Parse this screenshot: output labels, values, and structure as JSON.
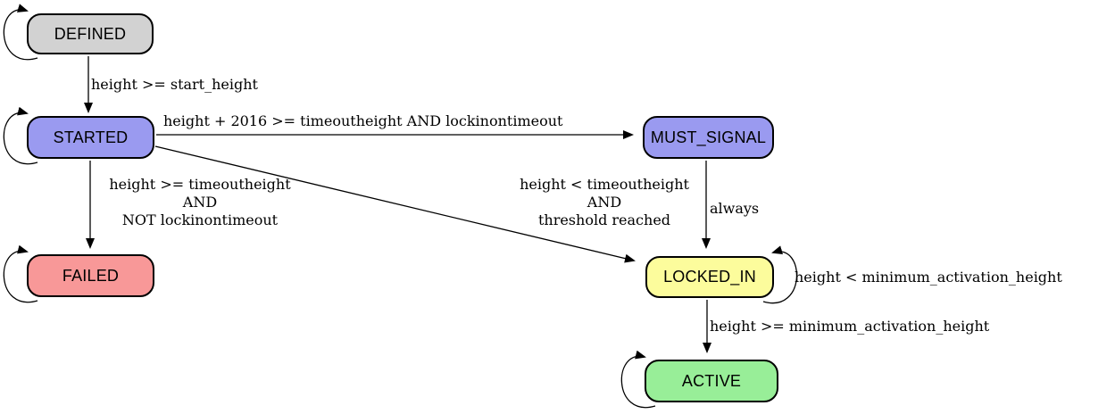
{
  "diagram": {
    "type": "state-machine",
    "background_color": "#ffffff",
    "edge_color": "#000000",
    "states": {
      "defined": {
        "label": "DEFINED",
        "fill": "#d2d2d2",
        "has_self_loop": true
      },
      "started": {
        "label": "STARTED",
        "fill": "#9a9af0",
        "has_self_loop": true
      },
      "must_signal": {
        "label": "MUST_SIGNAL",
        "fill": "#9a9af0",
        "has_self_loop": false
      },
      "failed": {
        "label": "FAILED",
        "fill": "#f89898",
        "has_self_loop": true
      },
      "locked_in": {
        "label": "LOCKED_IN",
        "fill": "#fcfc9c",
        "has_self_loop": true
      },
      "active": {
        "label": "ACTIVE",
        "fill": "#98ee98",
        "has_self_loop": true
      }
    },
    "edges": {
      "defined_to_started": {
        "from": "DEFINED",
        "to": "STARTED",
        "label": "height >= start_height"
      },
      "started_to_must_signal": {
        "from": "STARTED",
        "to": "MUST_SIGNAL",
        "label": "height + 2016 >= timeoutheight AND lockinontimeout"
      },
      "started_to_failed": {
        "from": "STARTED",
        "to": "FAILED",
        "lines": [
          "height >= timeoutheight",
          "AND",
          "NOT lockinontimeout"
        ]
      },
      "started_to_locked_in": {
        "from": "STARTED",
        "to": "LOCKED_IN",
        "lines": [
          "height < timeoutheight",
          "AND",
          "threshold reached"
        ]
      },
      "must_signal_to_locked_in": {
        "from": "MUST_SIGNAL",
        "to": "LOCKED_IN",
        "label": "always"
      },
      "locked_in_self": {
        "from": "LOCKED_IN",
        "to": "LOCKED_IN",
        "label": "height < minimum_activation_height"
      },
      "locked_in_to_active": {
        "from": "LOCKED_IN",
        "to": "ACTIVE",
        "label": "height >= minimum_activation_height"
      }
    }
  }
}
